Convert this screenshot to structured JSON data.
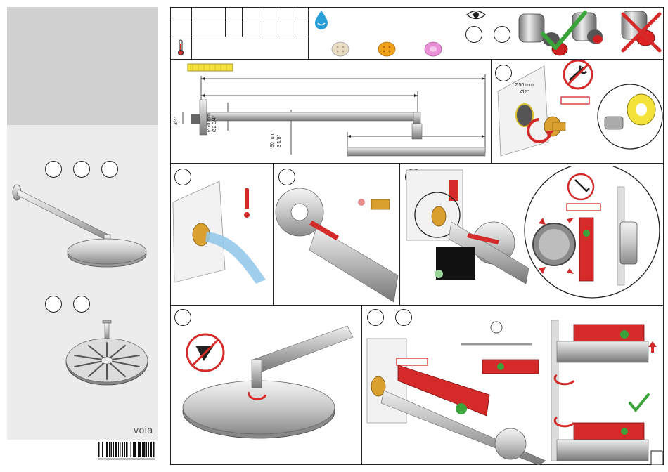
{
  "brand": "voia",
  "dimensions": {
    "flange_diameter": "Ø70 mm",
    "flange_diameter_in": "Ø2 3/4\"",
    "thread": "3/4\"",
    "drop": "80 mm",
    "drop_in": "3 1/8\"",
    "hole_diameter": "Ø50 mm",
    "hole_diameter_in": "Ø2\""
  },
  "colors": {
    "accent_red": "#d42a2a",
    "check_green": "#3aa33a",
    "water_blue": "#2a9fd8",
    "brass": "#d9a030",
    "tape_yellow": "#f3e23a",
    "panel_grey": "#d0d0d0"
  }
}
